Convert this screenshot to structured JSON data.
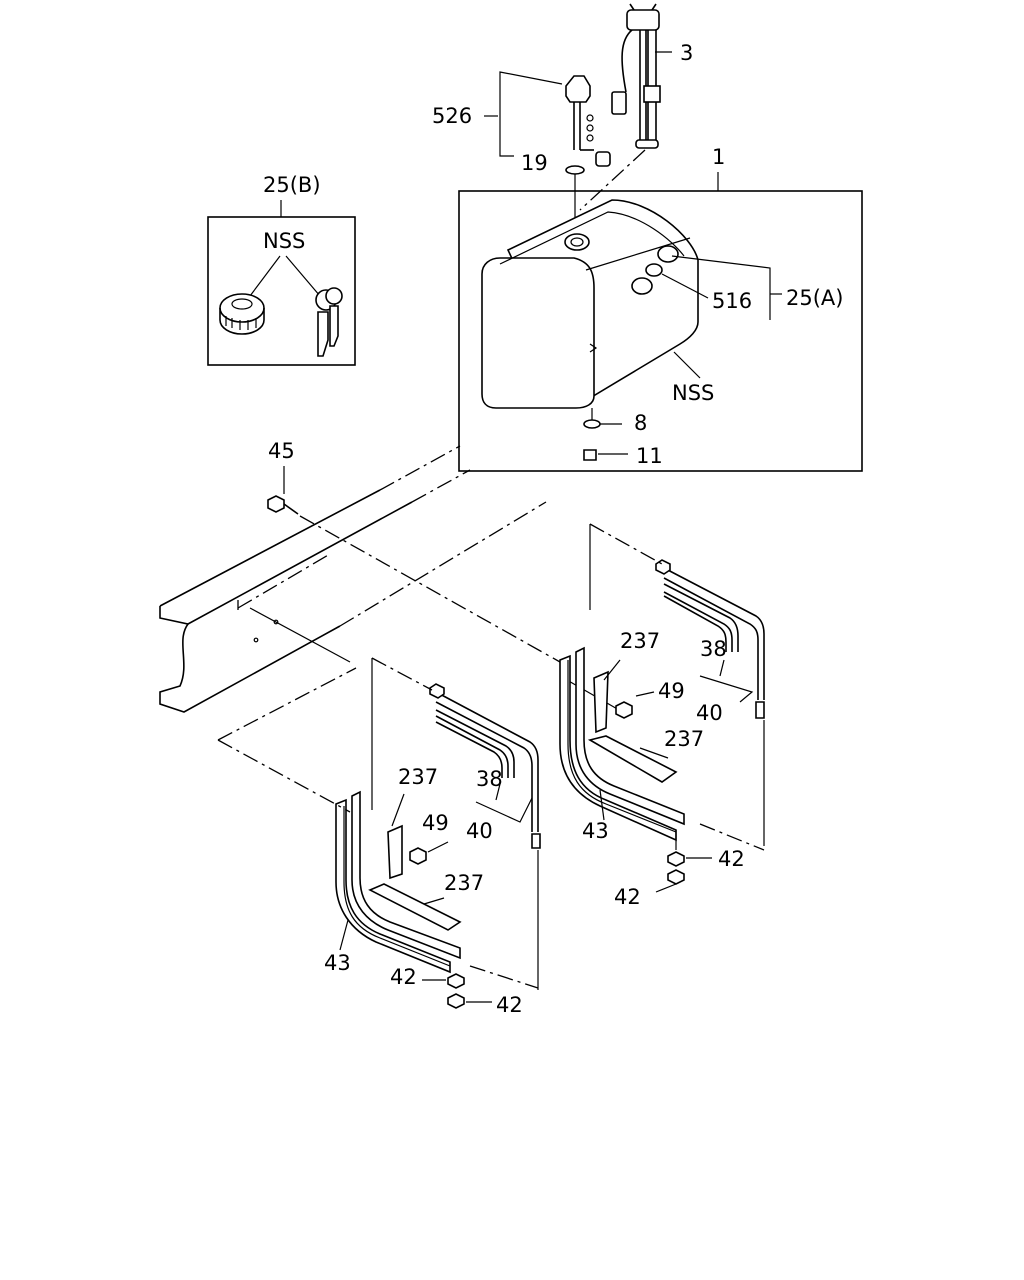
{
  "callouts": {
    "c3": "3",
    "c526": "526",
    "c19": "19",
    "c1": "1",
    "c25b": "25(B)",
    "c_nss_cap": "NSS",
    "c25a": "25(A)",
    "c516": "516",
    "c_nss_tank": "NSS",
    "c8": "8",
    "c11": "11",
    "c45": "45",
    "c237_r_top": "237",
    "c38_r": "38",
    "c49_r": "49",
    "c40_r": "40",
    "c237_r_bottom": "237",
    "c43_r": "43",
    "c42_r_a": "42",
    "c42_r_b": "42",
    "c237_l_top": "237",
    "c38_l": "38",
    "c49_l": "49",
    "c40_l": "40",
    "c237_l_bottom": "237",
    "c43_l": "43",
    "c42_l_a": "42",
    "c42_l_b": "42"
  }
}
